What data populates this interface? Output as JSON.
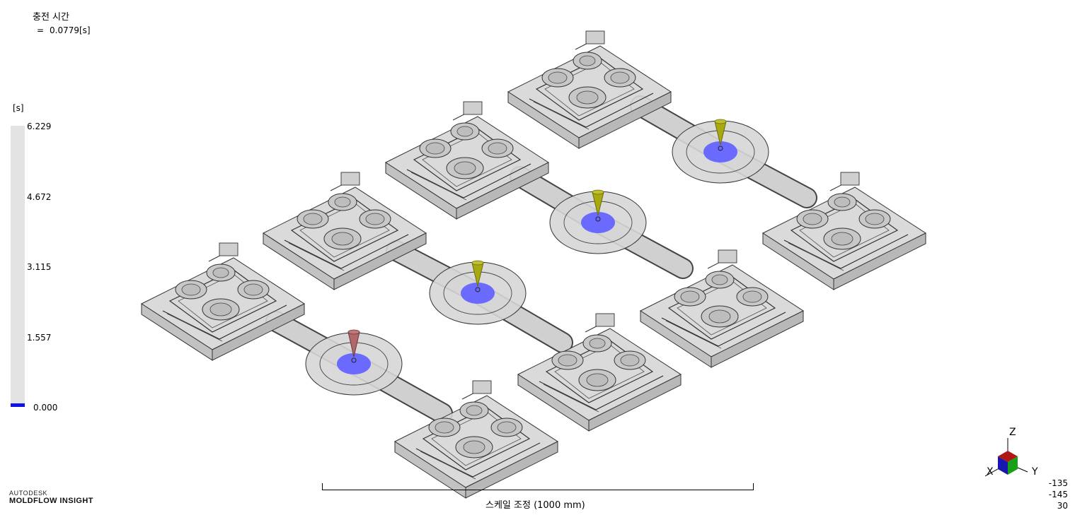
{
  "result": {
    "title": "충전 시간",
    "equals": "=",
    "value": "0.0779[s]"
  },
  "legend": {
    "unit": "[s]",
    "ticks": [
      "6.229",
      "4.672",
      "3.115",
      "1.557",
      "0.000"
    ],
    "min_color": "#1010e8",
    "bar_color": "#e3e3e3",
    "filled_fraction": 0.0125
  },
  "brand": {
    "top": "AUTODESK",
    "bottom": "MOLDFLOW INSIGHT"
  },
  "scale": {
    "label": "스케일 조정 (1000 mm)"
  },
  "axes": {
    "z": "Z",
    "y": "Y",
    "x": "X"
  },
  "view_angles": [
    "-135",
    "-145",
    "30"
  ],
  "model": {
    "part_color": "#d4d4d4",
    "part_edge": "#3a3a3a",
    "filled_color": "#6a6aff",
    "injection_node_colors": [
      "#a8a812",
      "#a8a812",
      "#a8a812",
      "#b06868"
    ]
  }
}
